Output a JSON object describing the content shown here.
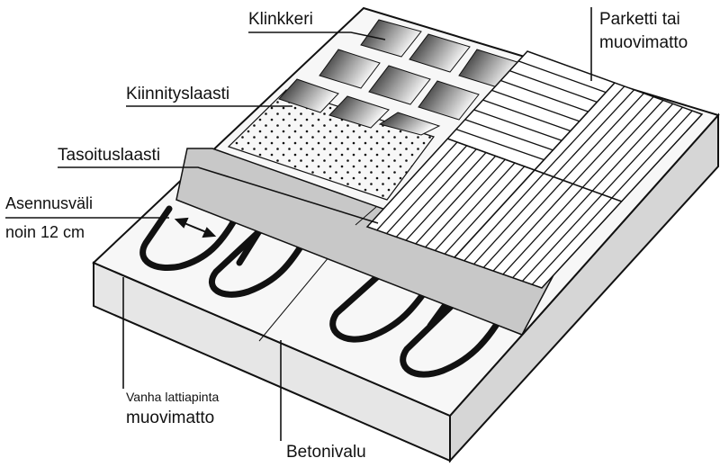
{
  "labels": {
    "klinkkeri": "Klinkkeri",
    "kiinnityslaasti": "Kiinnityslaasti",
    "tasoituslaasti": "Tasoituslaasti",
    "asennusvali_line1": "Asennusväli",
    "asennusvali_line2": "noin 12 cm",
    "parketti_line1": "Parketti tai",
    "parketti_line2": "muovimatto",
    "vanha_line1": "Vanha lattiapinta",
    "vanha_line2": "muovimatto",
    "betonivalu": "Betonivalu"
  },
  "colors": {
    "outline": "#111111",
    "leveling_mortar": "#c8c8c8",
    "pipe": "#111111",
    "slab_top": "#f7f7f7",
    "slab_side": "#e4e4e4",
    "tile_dark": "#1a1a1a"
  },
  "icons": {
    "spacing_marker": "double-arrow-icon"
  }
}
